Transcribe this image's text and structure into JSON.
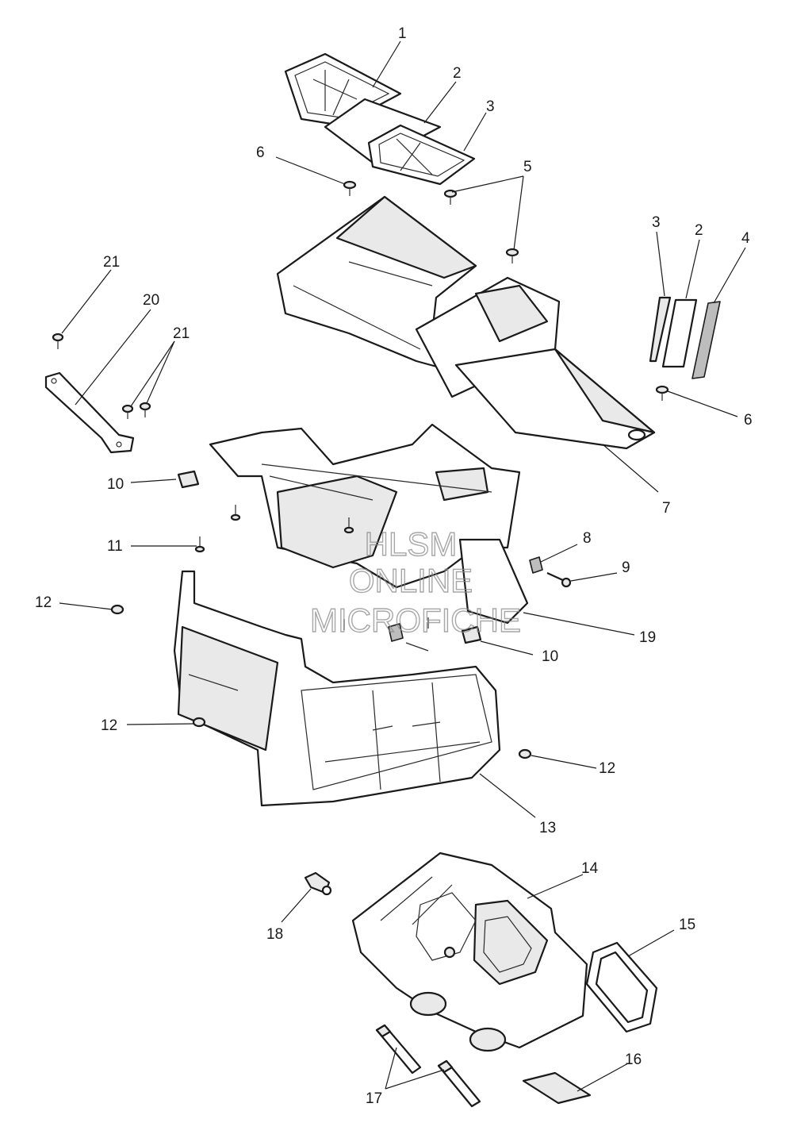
{
  "watermark": {
    "line1": "HLSM",
    "line2": "ONLINE",
    "line3": "MICROFICHE"
  },
  "callouts": [
    "1",
    "2",
    "3",
    "5",
    "6",
    "3",
    "2",
    "4",
    "21",
    "20",
    "21",
    "6",
    "10",
    "7",
    "11",
    "8",
    "9",
    "12",
    "19",
    "10",
    "12",
    "12",
    "13",
    "14",
    "18",
    "15",
    "16",
    "17"
  ],
  "colors": {
    "line": "#1a1a1a",
    "part_fill": "#ffffff",
    "shade": "#e9e9e9",
    "watermark": "#8a8a8a"
  }
}
